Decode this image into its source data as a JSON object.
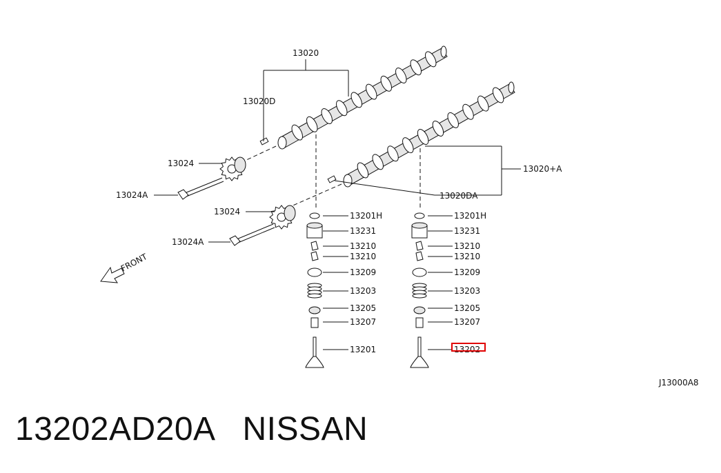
{
  "diagram": {
    "labels": {
      "camshaft_assembly": "13020",
      "camshaft_dowel_left": "13020D",
      "camshaft_assembly_right": "13020+A",
      "camshaft_dowel_right": "13020DA",
      "sprocket_upper": "13024",
      "sprocket_bolt_upper": "13024A",
      "sprocket_lower": "13024",
      "sprocket_bolt_lower": "13024A",
      "front_arrow": "FRONT",
      "diagram_code": "J13000A8"
    },
    "left_stack": [
      "13201H",
      "13231",
      "13210",
      "13210",
      "13209",
      "13203",
      "13205",
      "13207",
      "13201"
    ],
    "right_stack": [
      "13201H",
      "13231",
      "13210",
      "13210",
      "13209",
      "13203",
      "13205",
      "13207",
      "13202"
    ],
    "highlighted_part": "13202",
    "highlight_color": "#e00000"
  },
  "caption": {
    "part_number": "13202AD20A",
    "brand": "NISSAN"
  }
}
